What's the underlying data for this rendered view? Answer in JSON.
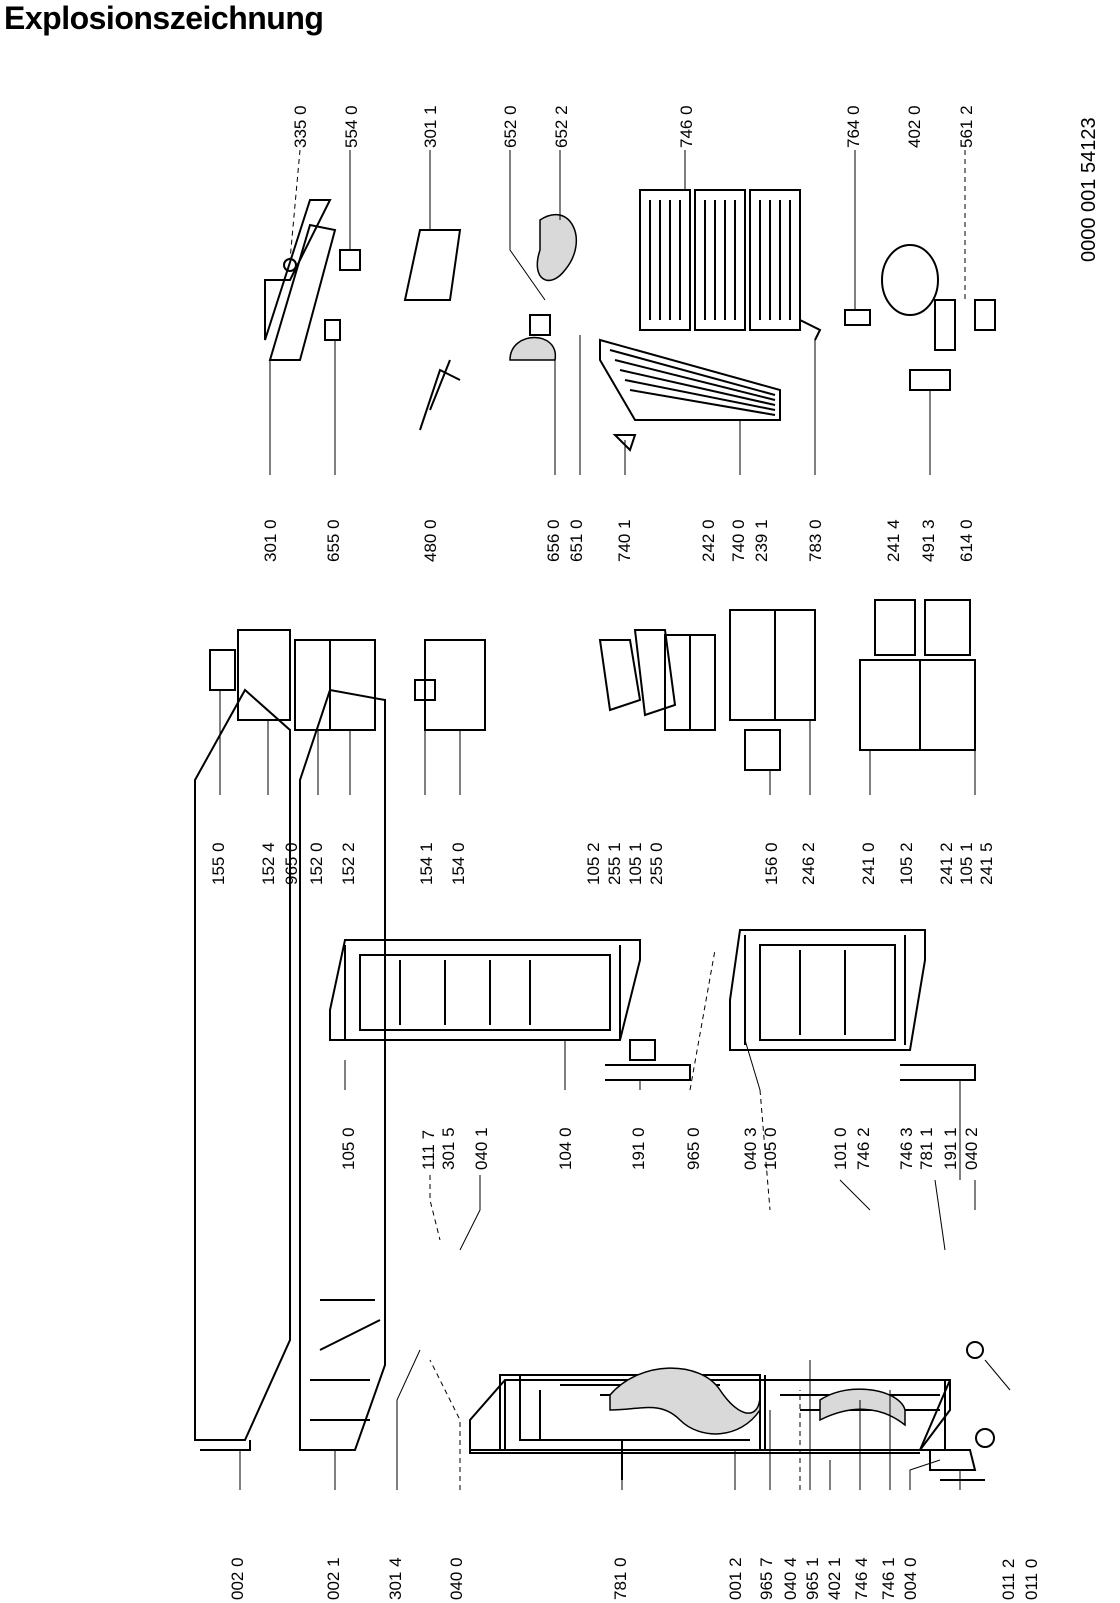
{
  "title": "Explosionszeichnung",
  "document_number": "0000 001 54123",
  "parts": [
    "002 0",
    "002 1",
    "301 4",
    "040 0",
    "781 0",
    "001 2",
    "965 7",
    "040 4",
    "965 1",
    "402 1",
    "746 4",
    "746 1",
    "004 0",
    "011 2",
    "011 0",
    "105 0",
    "111 7",
    "301 5",
    "040 1",
    "104 0",
    "191 0",
    "965 0",
    "040 3",
    "105 0",
    "101 0",
    "746 2",
    "746 3",
    "781 1",
    "191 1",
    "040 2",
    "155 0",
    "152 4",
    "965 0",
    "152 0",
    "152 2",
    "154 1",
    "154 0",
    "105 2",
    "255 1",
    "105 1",
    "255 0",
    "156 0",
    "246 2",
    "241 0",
    "105 2",
    "241 2",
    "105 1",
    "241 5",
    "301 0",
    "655 0",
    "480 0",
    "656 0",
    "651 0",
    "740 1",
    "242 0",
    "740 0",
    "239 1",
    "783 0",
    "241 4",
    "491 3",
    "614 0",
    "335 0",
    "554 0",
    "301 1",
    "652 0",
    "652 2",
    "746 0",
    "764 0",
    "402 0",
    "561 2"
  ]
}
